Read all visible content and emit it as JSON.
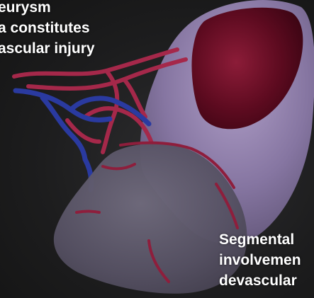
{
  "captions": {
    "top": {
      "line1": "eurysm",
      "line2": "a constitutes",
      "line3": "ascular injury"
    },
    "bottom": {
      "line1": "Segmental",
      "line2": "involvemen",
      "line3": "devascular"
    }
  },
  "colors": {
    "background": "#1d1d1e",
    "organ_upper": "#8a7aa6",
    "organ_lower": "#6b6478",
    "lesion": "#5a0a1e",
    "artery": "#a82848",
    "vein": "#2a3aa0"
  }
}
